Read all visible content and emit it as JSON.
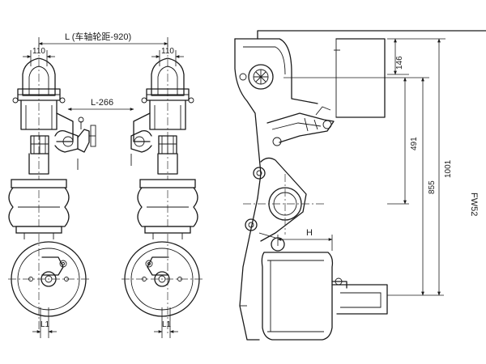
{
  "front_view": {
    "wheelbase_label": "L (车轴轮距-920)",
    "left_bracket_width": "110",
    "right_bracket_width": "110",
    "offset_label": "L-266",
    "left_hub_offset": "L1",
    "right_hub_offset": "L1"
  },
  "side_view": {
    "dim_top": "146",
    "dim_mid": "491",
    "dim_inner": "855",
    "dim_total": "1001",
    "dim_horizontal": "H",
    "model_code": "FW52"
  }
}
